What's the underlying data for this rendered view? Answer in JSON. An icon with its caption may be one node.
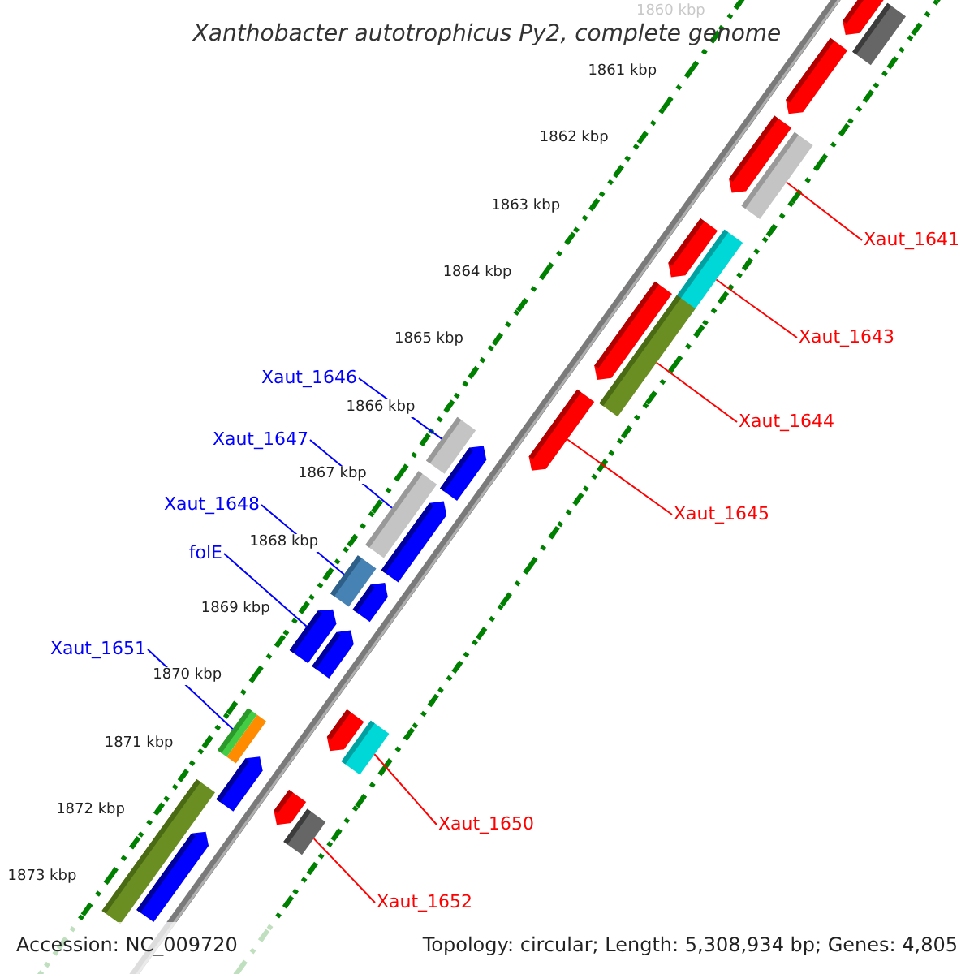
{
  "diagram": {
    "title": "Xanthobacter autotrophicus Py2, complete genome",
    "nodes": [
      {
        "text": [
          "Xaut_1641"
        ]
      },
      {
        "text": [],
        "shape": "bar"
      },
      {
        "text": [
          "Xaut_1643"
        ]
      },
      {
        "text": [],
        "shape": "bar"
      },
      {
        "text": [
          "Xaut_1644"
        ]
      },
      {
        "text": [],
        "shape": "bar"
      },
      {
        "text": [
          "Xaut_1646"
        ]
      },
      {
        "text": [],
        "shape": "bar"
      },
      {
        "text": [
          "Xaut_1647"
        ]
      },
      {
        "text": [],
        "shape": "bar"
      },
      {
        "text": [
          "Xaut_1645"
        ]
      },
      {
        "text": [],
        "shape": "arrow"
      },
      {
        "text": [
          "Xaut_1648"
        ]
      },
      {
        "text": [],
        "shape": "bar"
      },
      {
        "text": [
          "folE"
        ]
      },
      {
        "text": [],
        "shape": "arrow"
      },
      {
        "text": [
          "Xaut_1651"
        ]
      },
      {
        "text": [],
        "shape": "bar"
      },
      {
        "text": [
          "Xaut_1650"
        ]
      },
      {
        "text": [],
        "shape": "bar"
      },
      {
        "text": [
          "Xaut_1652"
        ]
      },
      {
        "text": [],
        "shape": "bar"
      },
      {
        "text": [],
        "shape": "arrow"
      },
      {
        "text": [],
        "shape": "bar"
      },
      {
        "text": [],
        "shape": "arrow"
      },
      {
        "text": [],
        "shape": "arrow"
      },
      {
        "text": [],
        "shape": "arrow"
      },
      {
        "text": [],
        "shape": "arrow"
      },
      {
        "text": [],
        "shape": "arrow"
      },
      {
        "text": [],
        "shape": "arrow"
      },
      {
        "text": [],
        "shape": "arrow"
      },
      {
        "text": [],
        "shape": "arrow"
      },
      {
        "text": [],
        "shape": "arrow"
      },
      {
        "text": [],
        "shape": "arrow"
      },
      {
        "text": [],
        "shape": "arrow"
      },
      {
        "text": [],
        "shape": "bar"
      },
      {
        "text": [],
        "shape": "arrow"
      }
    ],
    "edges": [
      {
        "from": 0,
        "to": 1,
        "arrow": "none"
      },
      {
        "from": 2,
        "to": 3,
        "arrow": "none"
      },
      {
        "from": 4,
        "to": 5,
        "arrow": "none"
      },
      {
        "from": 6,
        "to": 7,
        "arrow": "none",
        "color": "#0000ff"
      },
      {
        "from": 8,
        "to": 9,
        "arrow": "none",
        "color": "#0000ff"
      },
      {
        "from": 10,
        "to": 11,
        "arrow": "none"
      },
      {
        "from": 12,
        "to": 13,
        "arrow": "none",
        "color": "#0000ff"
      },
      {
        "from": 14,
        "to": 15,
        "arrow": "none",
        "color": "#0000ff"
      },
      {
        "from": 16,
        "to": 17,
        "arrow": "none",
        "color": "#0000ff"
      },
      {
        "from": 18,
        "to": 19,
        "arrow": "none"
      },
      {
        "from": 20,
        "to": 21,
        "arrow": "none"
      }
    ],
    "labels": [
      "1860 kbp",
      "1861 kbp",
      "1862 kbp",
      "1863 kbp",
      "1864 kbp",
      "1865 kbp",
      "1866 kbp",
      "1867 kbp",
      "1868 kbp",
      "1869 kbp",
      "1870 kbp",
      "1871 kbp",
      "1872 kbp",
      "1873 kbp",
      "Accession: NC_009720",
      "Topology: circular; Length: 5,308,934 bp; Genes: 4,805"
    ]
  }
}
